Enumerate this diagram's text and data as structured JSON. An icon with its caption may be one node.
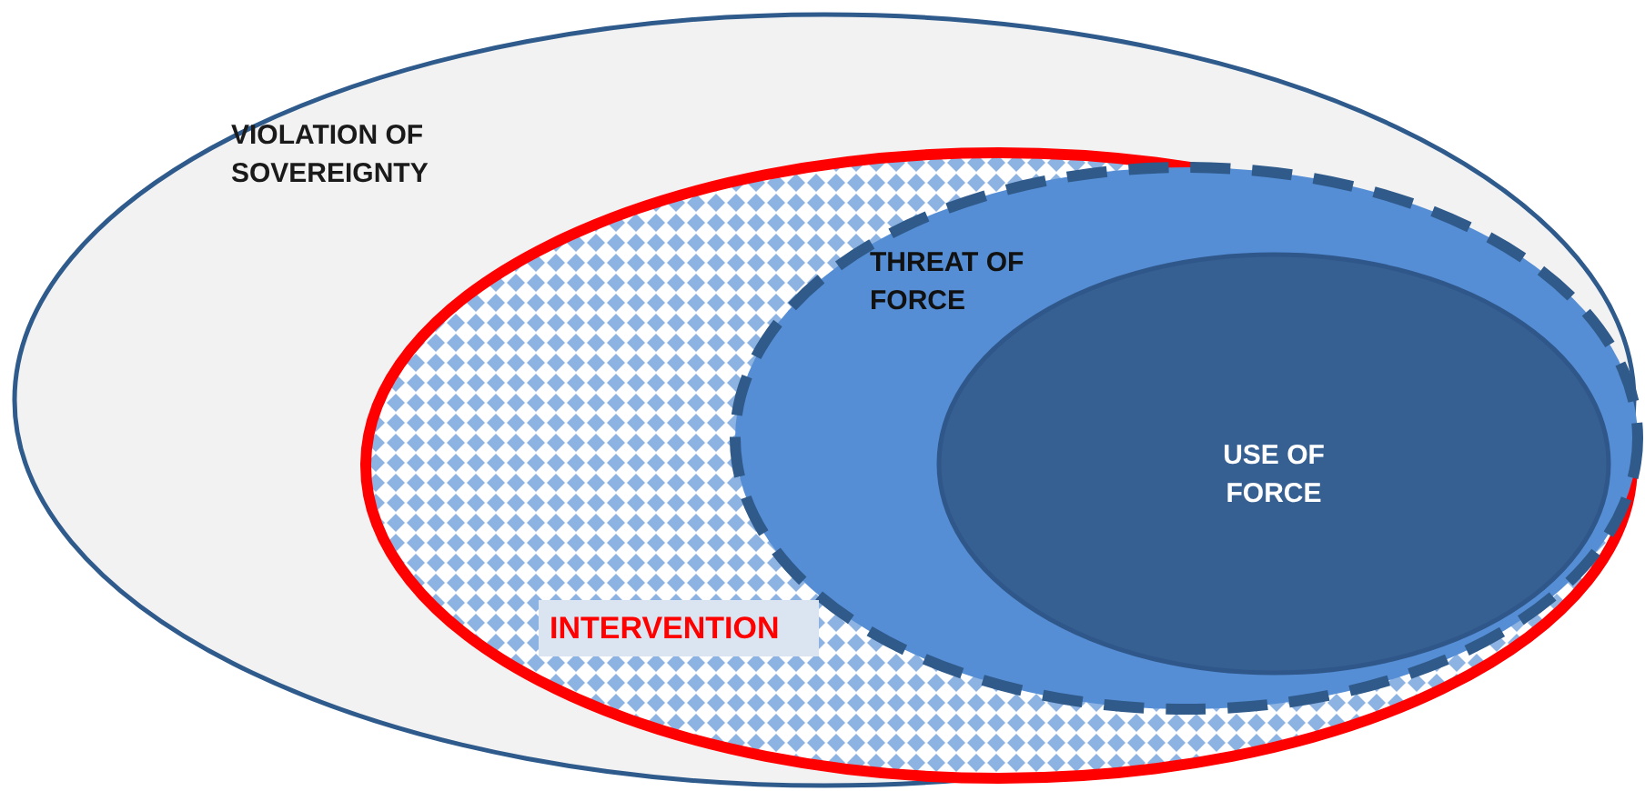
{
  "diagram": {
    "nodes": [
      {
        "text": [
          "VIOLATION OF SOVEREIGNTY"
        ]
      },
      {
        "text": [
          "INTERVENTION"
        ],
        "in": 0
      },
      {
        "text": [
          "THREAT OF FORCE"
        ],
        "in": 1
      },
      {
        "text": [
          "USE OF FORCE"
        ],
        "in": 2
      }
    ]
  }
}
